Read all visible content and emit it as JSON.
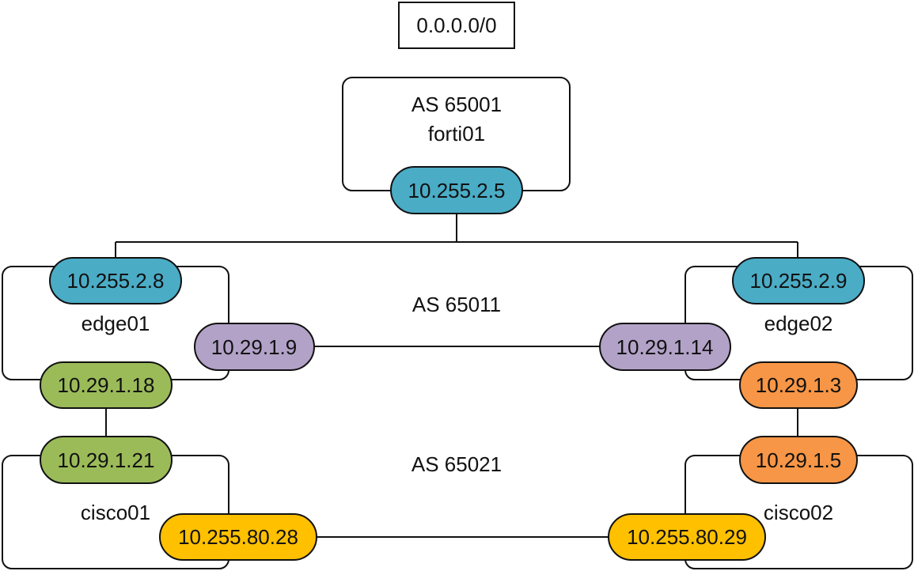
{
  "colors": {
    "blue": "#4BACC6",
    "purple": "#B2A2C7",
    "green": "#9BBB59",
    "orange": "#F79646",
    "yellow": "#FFC000"
  },
  "default_route": "0.0.0.0/0",
  "forti": {
    "as": "AS 65001",
    "name": "forti01",
    "ip": "10.255.2.5"
  },
  "as_edge": "AS 65011",
  "as_core": "AS 65021",
  "edge01": {
    "name": "edge01",
    "ip_top": "10.255.2.8",
    "ip_side": "10.29.1.9",
    "ip_bottom": "10.29.1.18"
  },
  "edge02": {
    "name": "edge02",
    "ip_top": "10.255.2.9",
    "ip_side": "10.29.1.14",
    "ip_bottom": "10.29.1.3"
  },
  "cisco01": {
    "name": "cisco01",
    "ip_top": "10.29.1.21",
    "ip_side": "10.255.80.28"
  },
  "cisco02": {
    "name": "cisco02",
    "ip_top": "10.29.1.5",
    "ip_side": "10.255.80.29"
  }
}
